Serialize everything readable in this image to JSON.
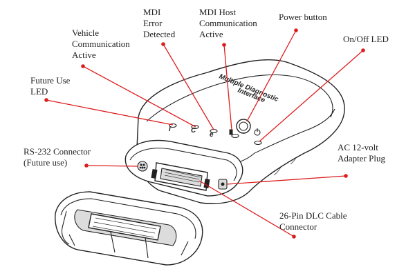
{
  "figure": {
    "device_marking": [
      "Multiple Diagnostic",
      "Interface"
    ],
    "callouts": [
      {
        "id": "future-use-led",
        "lines": [
          "Future Use",
          "LED"
        ]
      },
      {
        "id": "vehicle-comm",
        "lines": [
          "Vehicle",
          "Communication",
          "Active"
        ]
      },
      {
        "id": "mdi-error",
        "lines": [
          "MDI",
          "Error",
          "Detected"
        ]
      },
      {
        "id": "mdi-host",
        "lines": [
          "MDI Host",
          "Communication",
          "Active"
        ]
      },
      {
        "id": "power-button",
        "lines": [
          "Power button"
        ]
      },
      {
        "id": "onoff-led",
        "lines": [
          "On/Off LED"
        ]
      },
      {
        "id": "rs232",
        "lines": [
          "RS-232 Connector",
          "(Future use)"
        ]
      },
      {
        "id": "ac-adapter",
        "lines": [
          "AC 12-volt",
          "Adapter Plug"
        ]
      },
      {
        "id": "dlc-connector",
        "lines": [
          "26-Pin DLC Cable",
          "Connector"
        ]
      }
    ],
    "colors": {
      "leader": "#dd1c1c",
      "line_art": "#222222",
      "background": "#ffffff"
    }
  }
}
